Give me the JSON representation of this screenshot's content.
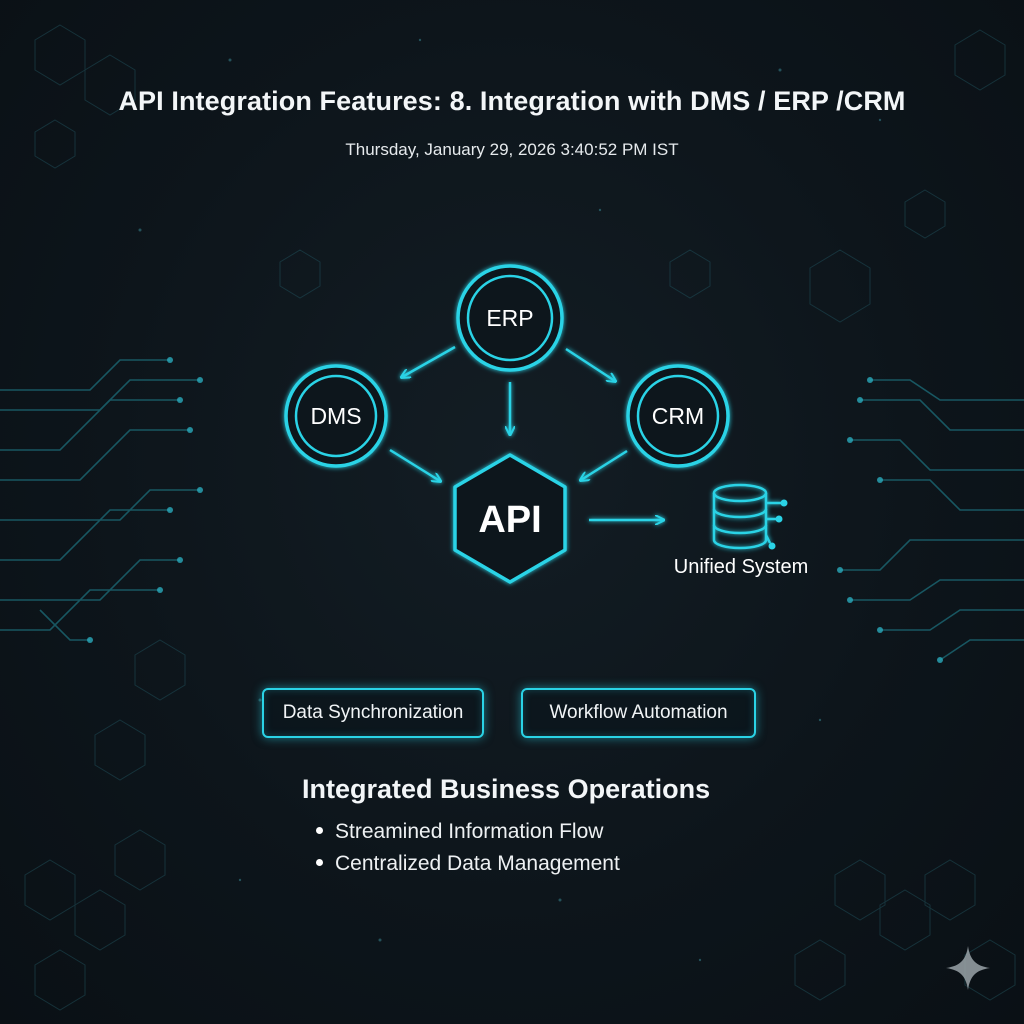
{
  "header": {
    "title": "API Integration Features: 8. Integration with DMS / ERP /CRM",
    "timestamp": "Thursday, January 29, 2026 3:40:52 PM IST"
  },
  "diagram": {
    "nodes": {
      "erp": "ERP",
      "dms": "DMS",
      "crm": "CRM",
      "api": "API"
    },
    "output": {
      "label": "Unified System",
      "icon": "database-icon"
    }
  },
  "features": [
    "Data Synchronization",
    "Workflow Automation"
  ],
  "operations": {
    "title": "Integrated Business Operations",
    "items": [
      "Streamined Information Flow",
      "Centralized Data Management"
    ]
  },
  "colors": {
    "accent": "#2ad3e6",
    "background": "#0d151b",
    "text": "#ffffff"
  }
}
